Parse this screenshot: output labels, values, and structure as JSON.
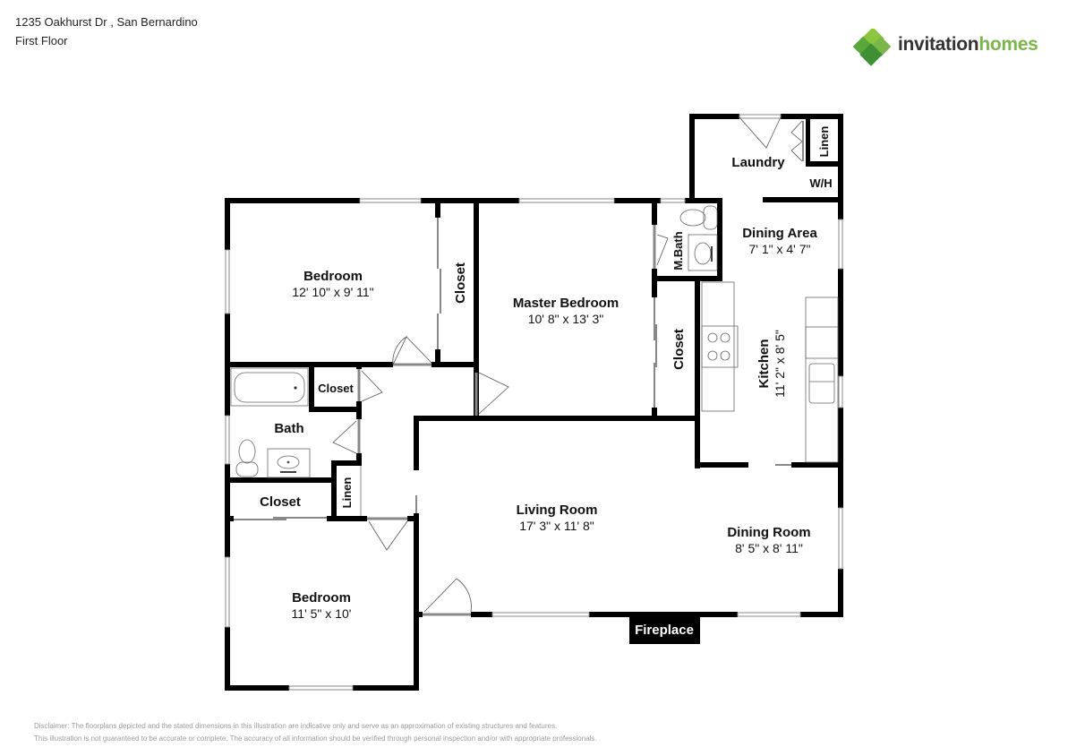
{
  "header": {
    "address": "1235 Oakhurst Dr , San Bernardino",
    "floor": "First Floor"
  },
  "logo": {
    "word1": "invitation",
    "word2": "homes",
    "colors": {
      "dark_green": "#3f8f35",
      "light_green": "#8cc63f",
      "text_dark": "#333333",
      "text_green": "#7ab648"
    }
  },
  "rooms": {
    "bedroom1": {
      "name": "Bedroom",
      "dims": "12' 10\" x 9' 11\""
    },
    "closet1": {
      "name": "Closet"
    },
    "master": {
      "name": "Master Bedroom",
      "dims": "10' 8\" x 13' 3\""
    },
    "mbath": {
      "name": "M.Bath"
    },
    "closet_master": {
      "name": "Closet"
    },
    "laundry": {
      "name": "Laundry"
    },
    "linen_laundry": {
      "name": "Linen"
    },
    "wh": {
      "name": "W/H"
    },
    "dining_area": {
      "name": "Dining Area",
      "dims": "7' 1\" x 4' 7\""
    },
    "kitchen": {
      "name": "Kitchen",
      "dims": "11' 2\" x 8' 5\""
    },
    "closet_bath": {
      "name": "Closet"
    },
    "bath": {
      "name": "Bath"
    },
    "closet_hall": {
      "name": "Closet"
    },
    "linen_hall": {
      "name": "Linen"
    },
    "bedroom2": {
      "name": "Bedroom",
      "dims": "11' 5\" x 10'"
    },
    "living": {
      "name": "Living Room",
      "dims": "17' 3\" x 11' 8\""
    },
    "dining_room": {
      "name": "Dining Room",
      "dims": "8' 5\" x 8' 11\""
    },
    "fireplace": {
      "name": "Fireplace"
    }
  },
  "disclaimer": {
    "line1": "Disclaimer: The floorplans depicted and the stated dimensions in this illustration are indicative only and serve as an approximation of existing structures and features.",
    "line2": "This illustration is not guaranteed to be accurate or complete. The accuracy of all information should be verified through personal inspection and/or with appropriate professionals."
  }
}
